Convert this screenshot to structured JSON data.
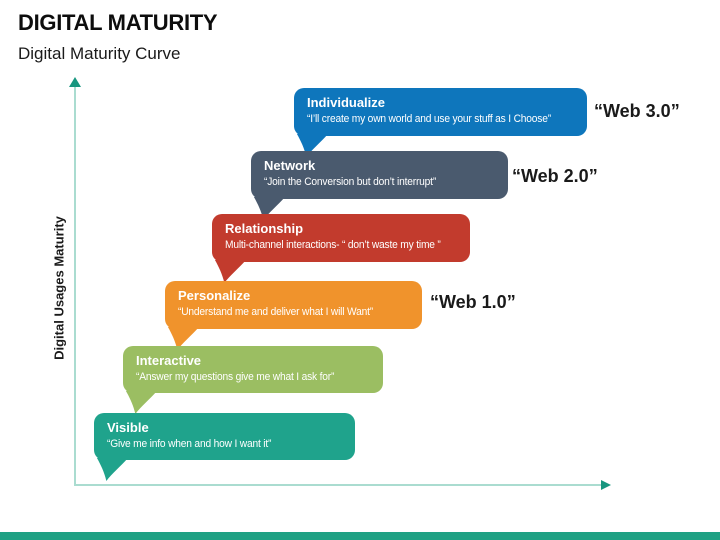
{
  "slide": {
    "title": "DIGITAL MATURITY",
    "subtitle": "Digital Maturity Curve"
  },
  "diagram": {
    "y_axis_label": "Digital Usages Maturity",
    "axis_line_color": "#AADCD0",
    "axis_arrow_color": "#17967F",
    "stages": [
      {
        "name": "Visible",
        "quote": "“Give me info when and how I want it”",
        "color": "#1FA38C"
      },
      {
        "name": "Interactive",
        "quote": "“Answer my questions give me what I ask for”",
        "color": "#9BBE62"
      },
      {
        "name": "Personalize",
        "quote": "“Understand me and deliver what I will Want”",
        "color": "#F0932C",
        "web_label": "“Web 1.0”"
      },
      {
        "name": "Relationship",
        "quote": "Multi-channel interactions- “ don’t waste my time ”",
        "color": "#C23B2D"
      },
      {
        "name": "Network",
        "quote": "“Join the Conversion but don’t interrupt”",
        "color": "#4A5A6E",
        "web_label": "“Web 2.0”"
      },
      {
        "name": "Individualize",
        "quote": "“I’ll create my own world and use your stuff as I Choose”",
        "color": "#0E76BC",
        "web_label": "“Web 3.0”"
      }
    ]
  },
  "footer": {
    "bar_color": "#1FA184"
  }
}
